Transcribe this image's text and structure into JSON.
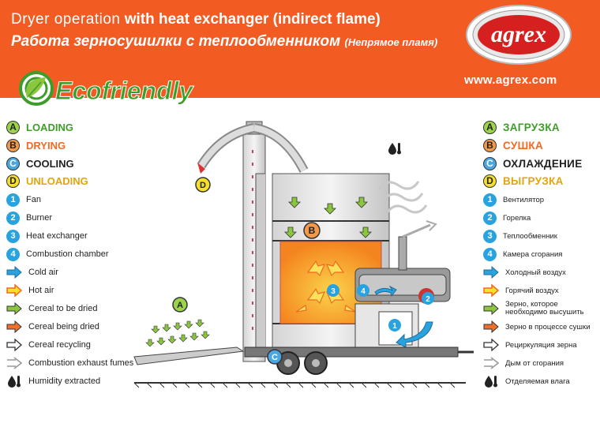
{
  "header": {
    "title_en_thin": "Dryer operation",
    "title_en_bold": "with heat exchanger (indirect flame)",
    "title_ru_main": "Работа зерносушилки с теплообменником",
    "title_ru_small": "(Непрямое пламя)",
    "url": "www.agrex.com",
    "logo_text": "agrex",
    "eco_text": "Ecofriendly"
  },
  "legend_en": [
    {
      "key": "A",
      "label": "LOADING",
      "color": "#3e9d2a"
    },
    {
      "key": "B",
      "label": "DRYING",
      "color": "#ef6a22"
    },
    {
      "key": "C",
      "label": "COOLING",
      "color": "#222222"
    },
    {
      "key": "D",
      "label": "UNLOADING",
      "color": "#e0a60d"
    },
    {
      "key": "1",
      "label": "Fan"
    },
    {
      "key": "2",
      "label": "Burner"
    },
    {
      "key": "3",
      "label": "Heat exchanger"
    },
    {
      "key": "4",
      "label": "Combustion chamber"
    },
    {
      "icon": "cold-air-arrow",
      "label": "Cold air"
    },
    {
      "icon": "hot-air-arrow",
      "label": "Hot air"
    },
    {
      "icon": "green-arrow",
      "label": "Cereal to be dried"
    },
    {
      "icon": "orange-arrow",
      "label": "Cereal being dried"
    },
    {
      "icon": "white-arrow",
      "label": "Cereal recycling"
    },
    {
      "icon": "grey-double-arrow",
      "label": "Combustion exhaust fumes"
    },
    {
      "icon": "humidity-icon",
      "label": "Humidity extracted"
    }
  ],
  "legend_ru": [
    {
      "key": "A",
      "label": "ЗАГРУЗКА"
    },
    {
      "key": "B",
      "label": "СУШКА"
    },
    {
      "key": "C",
      "label": "ОХЛАЖДЕНИЕ"
    },
    {
      "key": "D",
      "label": "ВЫГРУЗКА"
    },
    {
      "key": "1",
      "label": "Вентилятор"
    },
    {
      "key": "2",
      "label": "Горелка"
    },
    {
      "key": "3",
      "label": "Теплообменник"
    },
    {
      "key": "4",
      "label": "Камера сгорания"
    },
    {
      "label": "Холодный воздух"
    },
    {
      "label": "Горячий воздух"
    },
    {
      "label_line1": "Зерно, которое",
      "label_line2": "необходимо высушить"
    },
    {
      "label": "Зерно в процессе сушки"
    },
    {
      "label": "Рециркуляция зерна"
    },
    {
      "label": "Дым от сгорания"
    },
    {
      "label": "Отделяемая влага"
    }
  ],
  "diagram_labels": {
    "A": "A",
    "B": "B",
    "C": "C",
    "D": "D",
    "n1": "1",
    "n2": "2",
    "n3": "3",
    "n4": "4"
  },
  "colors": {
    "accent": "#f25c23",
    "green": "#8cc63f",
    "orange": "#f0702a",
    "blue": "#29a3e0",
    "yellow": "#f6e02a"
  }
}
